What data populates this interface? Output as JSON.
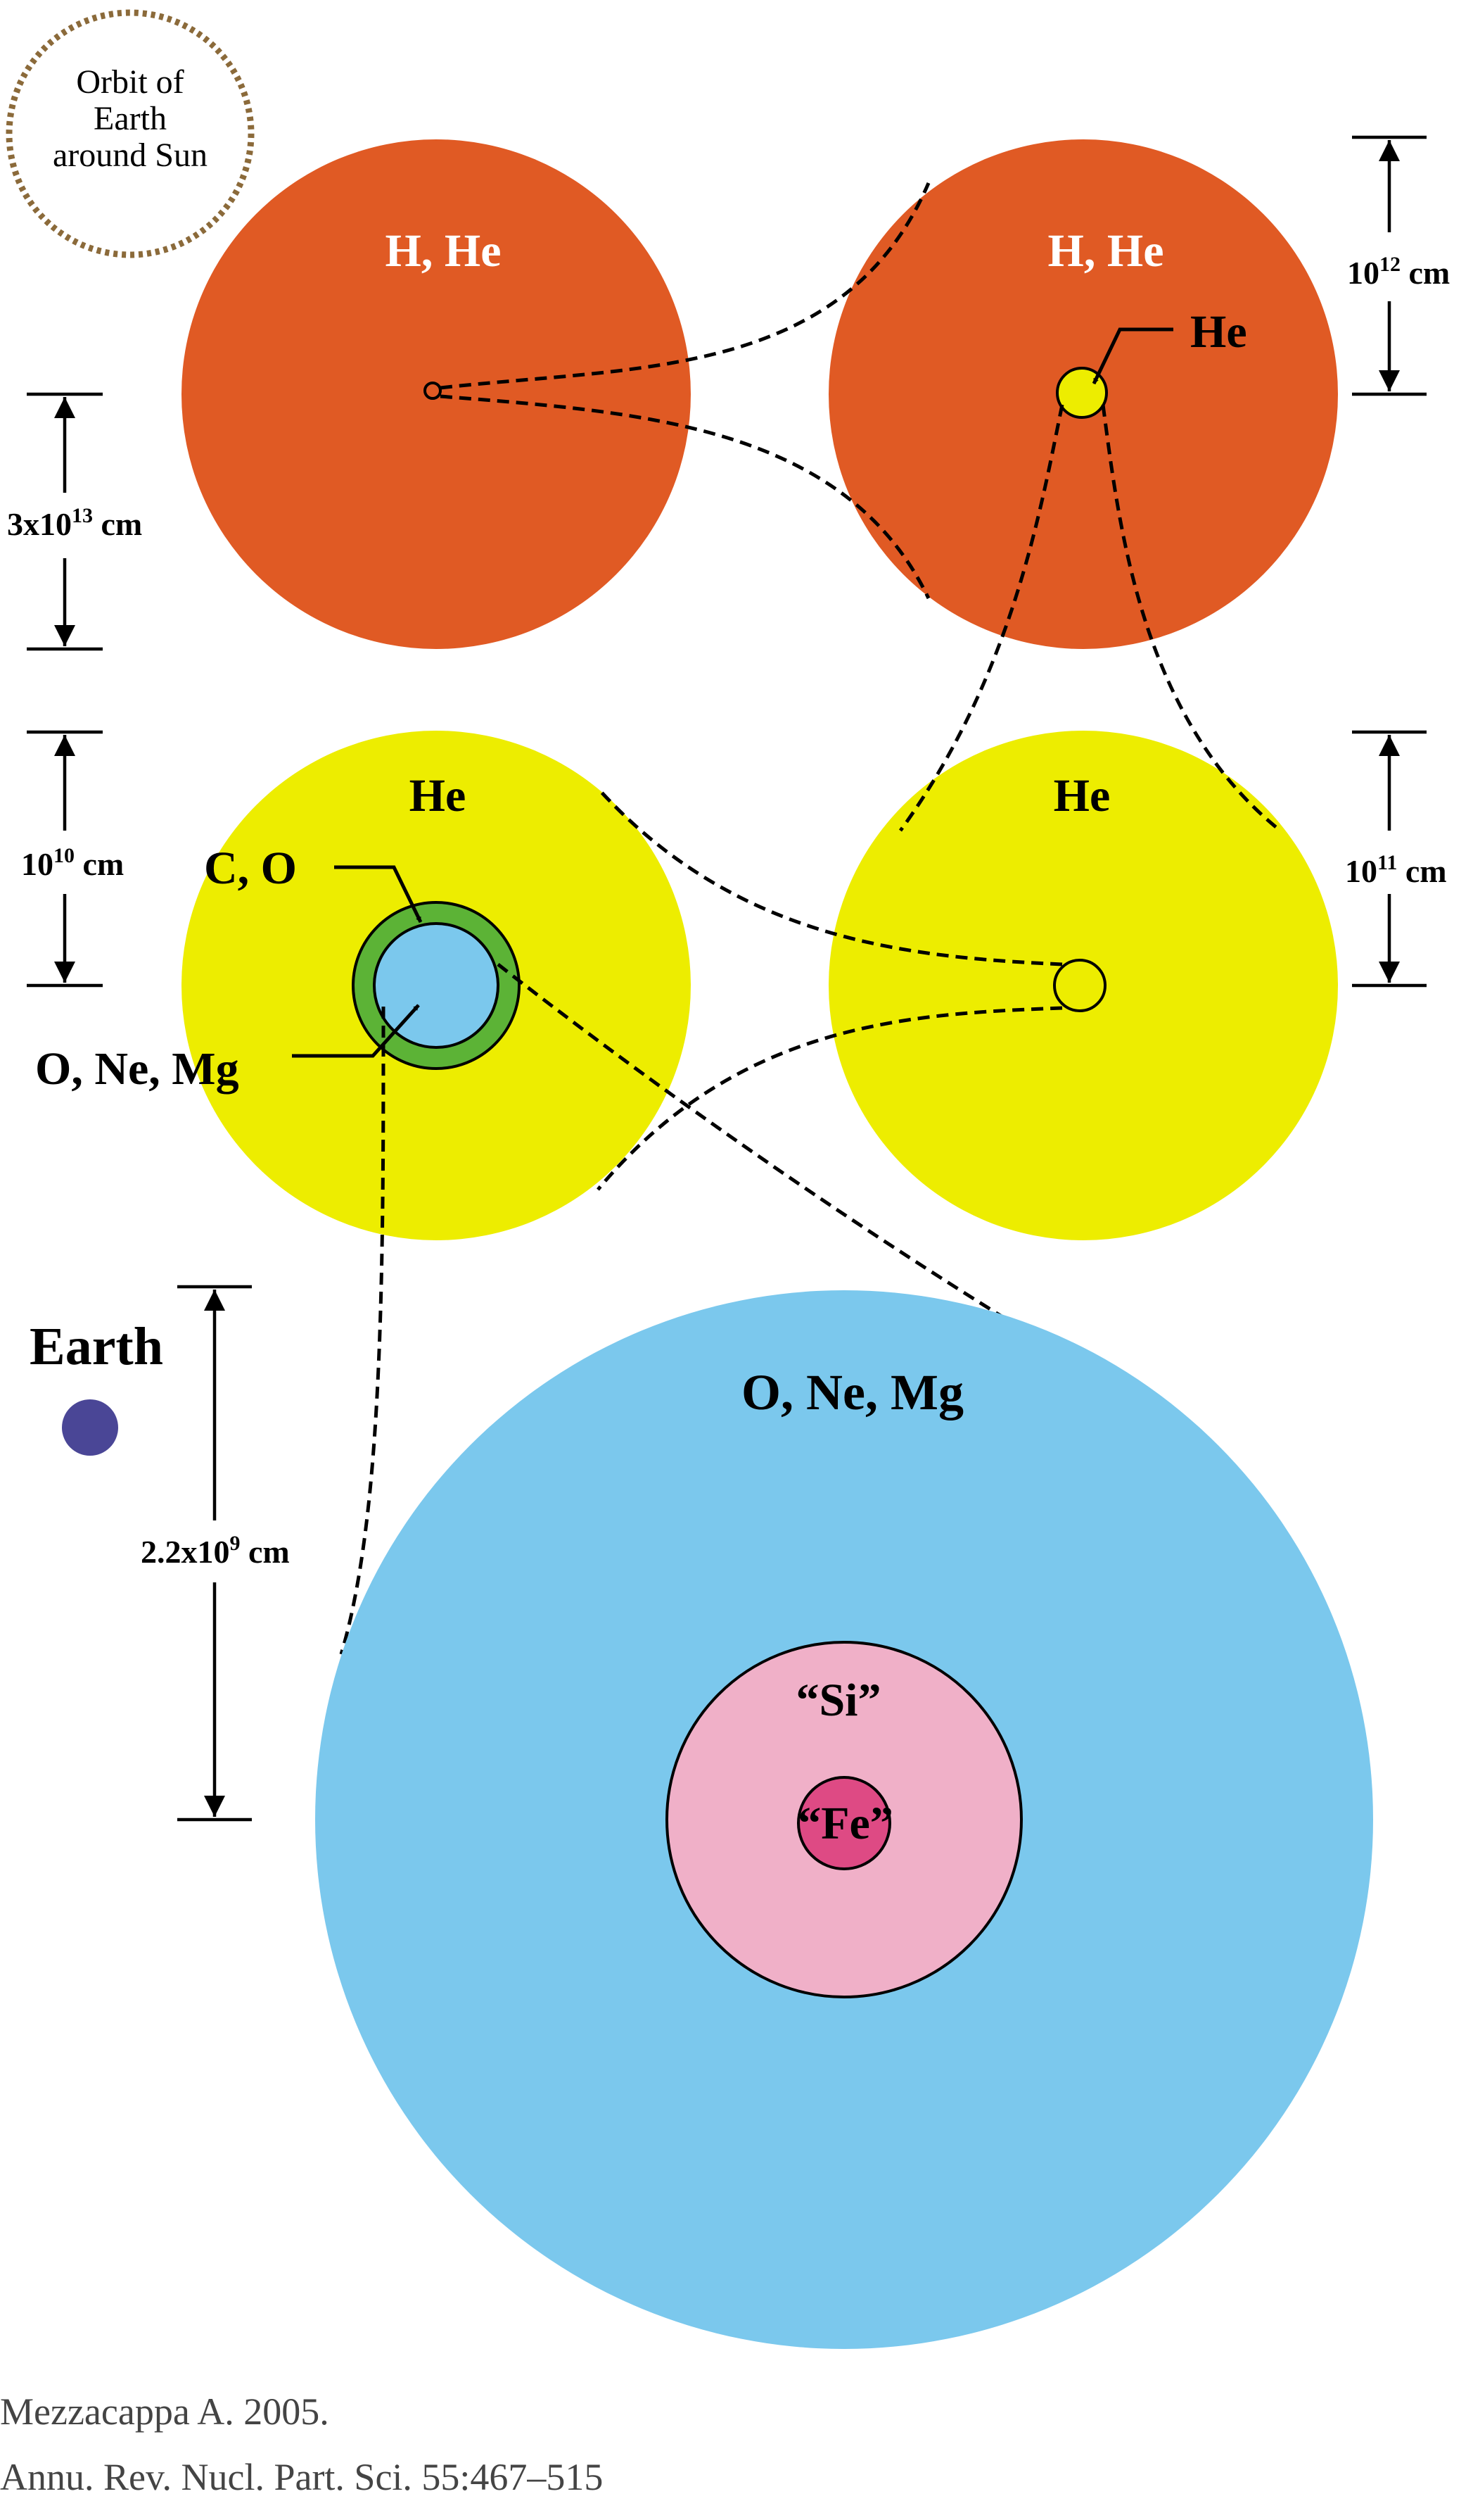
{
  "colors": {
    "red_giant": "#e05a24",
    "helium": "#eded00",
    "carbon_oxygen": "#5cb336",
    "oxygen_neon_magnesium": "#7bc8ed",
    "silicon": "#f0b0c8",
    "iron": "#de4a84",
    "earth": "#4a4696",
    "orbit": "#8b6a3a"
  },
  "labels": {
    "orbit_line1": "Orbit of",
    "orbit_line2": "Earth",
    "orbit_line3": "around Sun",
    "hhe_left": "H, He",
    "hhe_right": "H, He",
    "he_core_pointer": "He",
    "he_mid_left": "He",
    "he_mid_right": "He",
    "co_pointer": "C, O",
    "onemg_pointer": "O, Ne, Mg",
    "earth": "Earth",
    "onemg_big": "O, Ne, Mg",
    "si": "“Si”",
    "fe": "“Fe”"
  },
  "scale_bars": {
    "left_top": {
      "base": "3x10",
      "exp": "13",
      "unit": " cm"
    },
    "right_top": {
      "base": "10",
      "exp": "12",
      "unit": " cm"
    },
    "left_mid": {
      "base": "10",
      "exp": "10",
      "unit": " cm"
    },
    "right_mid": {
      "base": "10",
      "exp": "11",
      "unit": " cm"
    },
    "bottom": {
      "base": "2.2x10",
      "exp": "9",
      "unit": " cm"
    }
  },
  "citation": {
    "line1": "Mezzacappa A. 2005.",
    "line2": "Annu. Rev. Nucl. Part. Sci. 55:467–515"
  }
}
